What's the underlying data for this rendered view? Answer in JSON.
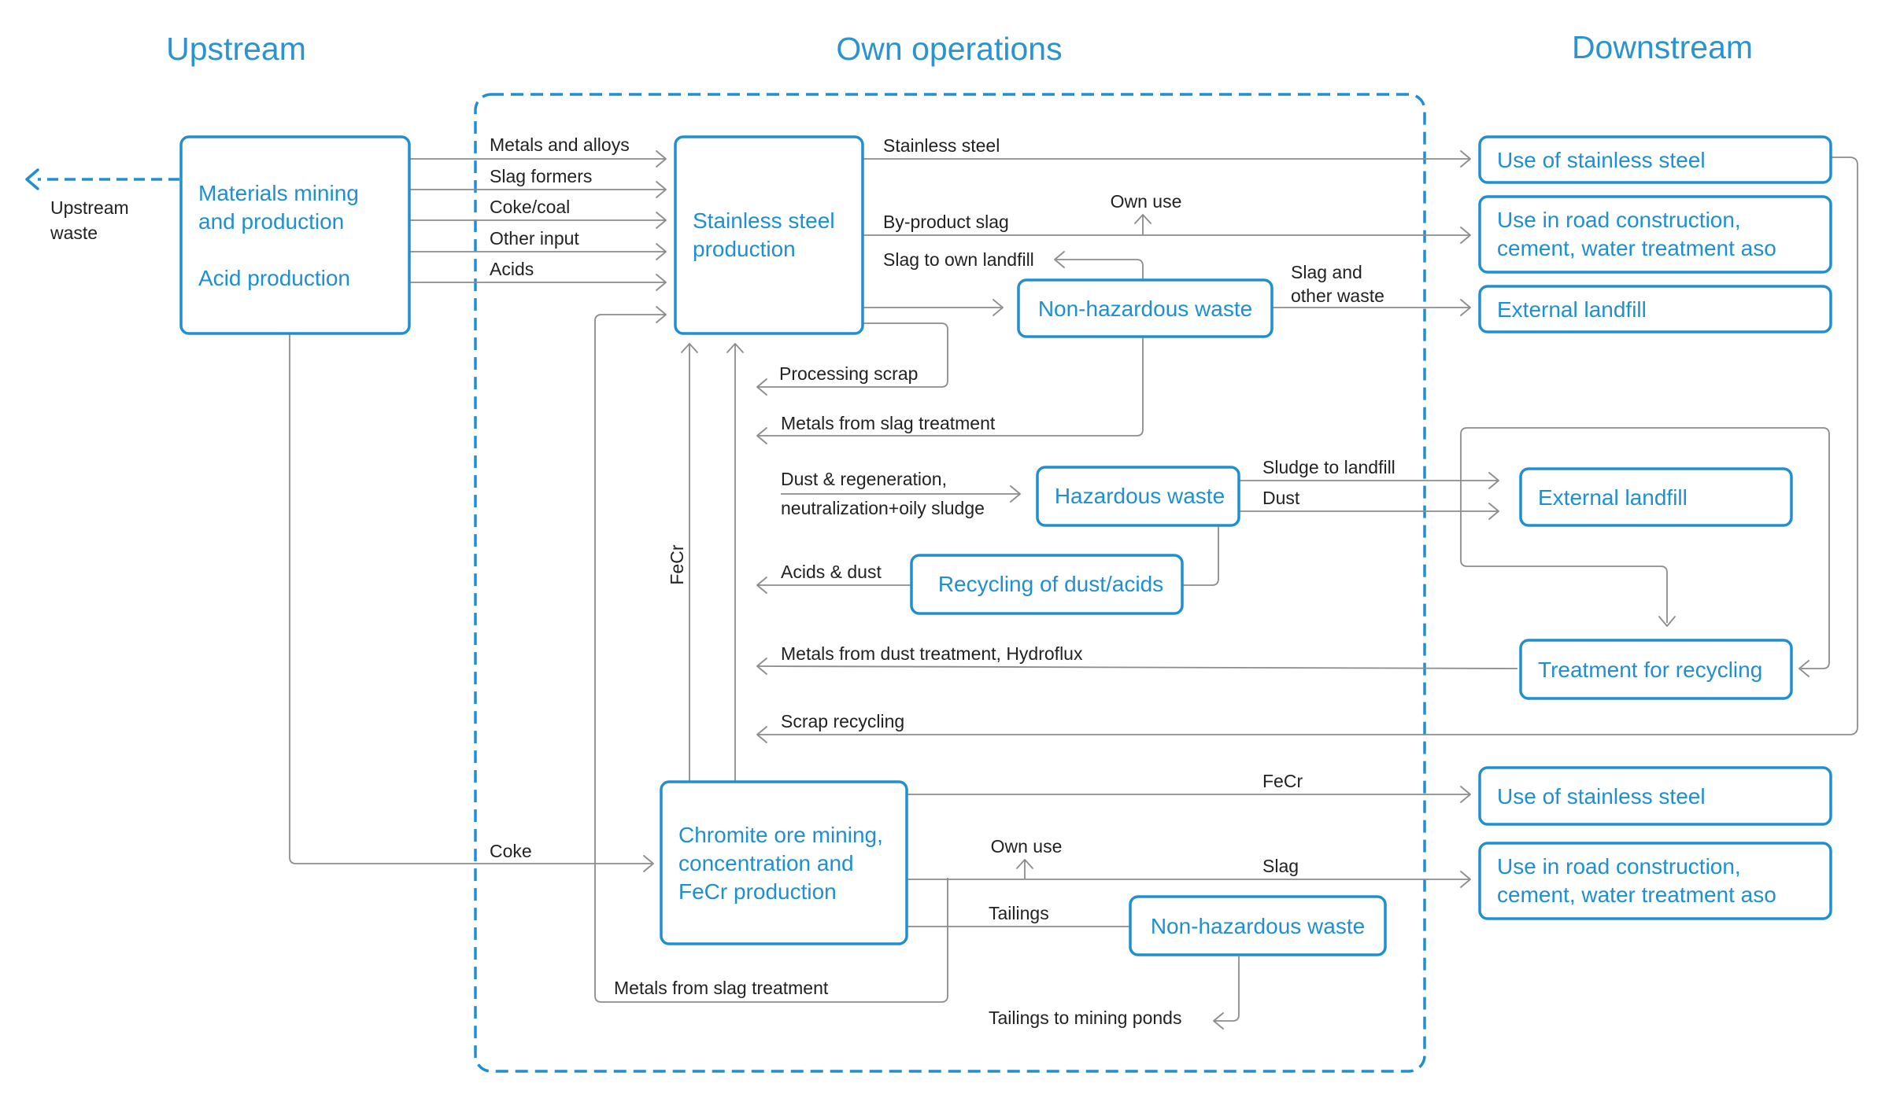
{
  "headers": {
    "upstream": "Upstream",
    "own_operations": "Own operations",
    "downstream": "Downstream"
  },
  "upstream": {
    "waste_line1": "Upstream",
    "waste_line2": "waste",
    "box_line1": "Materials mining",
    "box_line2": "and production",
    "box_line3": "Acid production"
  },
  "inputs": [
    "Metals and alloys",
    "Slag formers",
    "Coke/coal",
    "Other input",
    "Acids"
  ],
  "own": {
    "steel_line1": "Stainless steel",
    "steel_line2": "production",
    "nonhaz1": "Non-hazardous waste",
    "hazardous": "Hazardous waste",
    "recycling_dust": "Recycling of dust/acids",
    "chromite_line1": "Chromite ore mining,",
    "chromite_line2": "concentration and",
    "chromite_line3": "FeCr production",
    "nonhaz2": "Non-hazardous waste"
  },
  "downstream": {
    "use_ss1": "Use of stainless steel",
    "road1_line1": "Use in road construction,",
    "road1_line2": "cement, water treatment aso",
    "ext_landfill1": "External landfill",
    "ext_landfill2": "External landfill",
    "treatment": "Treatment for recycling",
    "use_ss2": "Use of stainless steel",
    "road2_line1": "Use in road construction,",
    "road2_line2": "cement, water treatment aso"
  },
  "flows": {
    "stainless_steel": "Stainless steel",
    "own_use1": "Own use",
    "byproduct_slag": "By-product slag",
    "slag_own_landfill": "Slag to own landfill",
    "slag_other_1": "Slag and",
    "slag_other_2": "other waste",
    "processing_scrap": "Processing scrap",
    "metals_slag1": "Metals from slag treatment",
    "dust_regen_1": "Dust & regeneration,",
    "dust_regen_2": "neutralization+oily sludge",
    "sludge_landfill": "Sludge to landfill",
    "dust": "Dust",
    "acids_dust": "Acids & dust",
    "fecr_vertical": "FeCr",
    "metals_dust": "Metals from dust treatment, Hydroflux",
    "scrap_recycling": "Scrap recycling",
    "fecr": "FeCr",
    "coke": "Coke",
    "own_use2": "Own use",
    "slag": "Slag",
    "tailings": "Tailings",
    "metals_slag2": "Metals from slag treatment",
    "tailings_ponds": "Tailings to mining ponds"
  }
}
